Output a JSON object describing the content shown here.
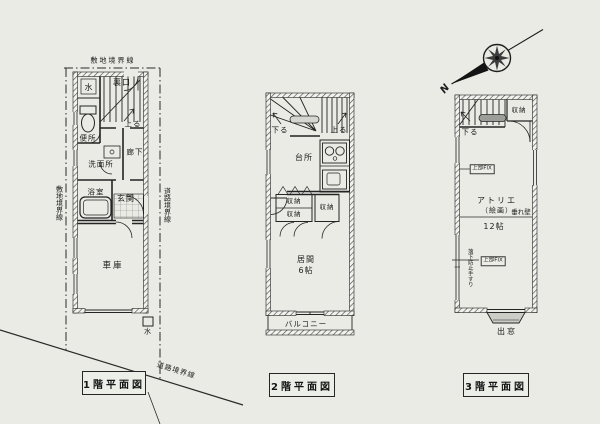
{
  "page": {
    "background": "#e9ebe4",
    "ink": "#2b2b2b"
  },
  "site": {
    "boundary_top": "敷地境界線",
    "boundary_left": "敷地境界線",
    "boundary_right": "道路境界線",
    "road_boundary": "道路境界線"
  },
  "compass": {
    "north_label": "N"
  },
  "floor1": {
    "caption": "1階平面図",
    "labels": {
      "water_heater": "水",
      "back_door": "裏口",
      "stairs_up": "上る",
      "toilet": "便所",
      "washroom": "洗面所",
      "corridor": "廊下",
      "bathroom": "浴室",
      "entrance": "玄関",
      "garage": "車庫",
      "water_meter": "水"
    }
  },
  "floor2": {
    "caption": "2階平面図",
    "labels": {
      "stairs_down": "下る",
      "stairs_up": "上る",
      "kitchen": "台所",
      "storage_1": "収納",
      "storage_2": "収納",
      "storage_3": "収納",
      "living_room": "居間",
      "living_size": "6帖",
      "balcony": "バルコニー"
    }
  },
  "floor3": {
    "caption": "3階平面図",
    "labels": {
      "stairs_down": "下る",
      "storage": "収納",
      "upper_fix_1": "上部FIX",
      "atelier_name": "アトリエ",
      "atelier_sub": "（絵画）",
      "room_size": "12帖",
      "hanging_wall": "垂れ壁",
      "handrail": "落下防止手すり",
      "upper_fix_2": "上部FIX",
      "bay_window": "出窓"
    }
  }
}
